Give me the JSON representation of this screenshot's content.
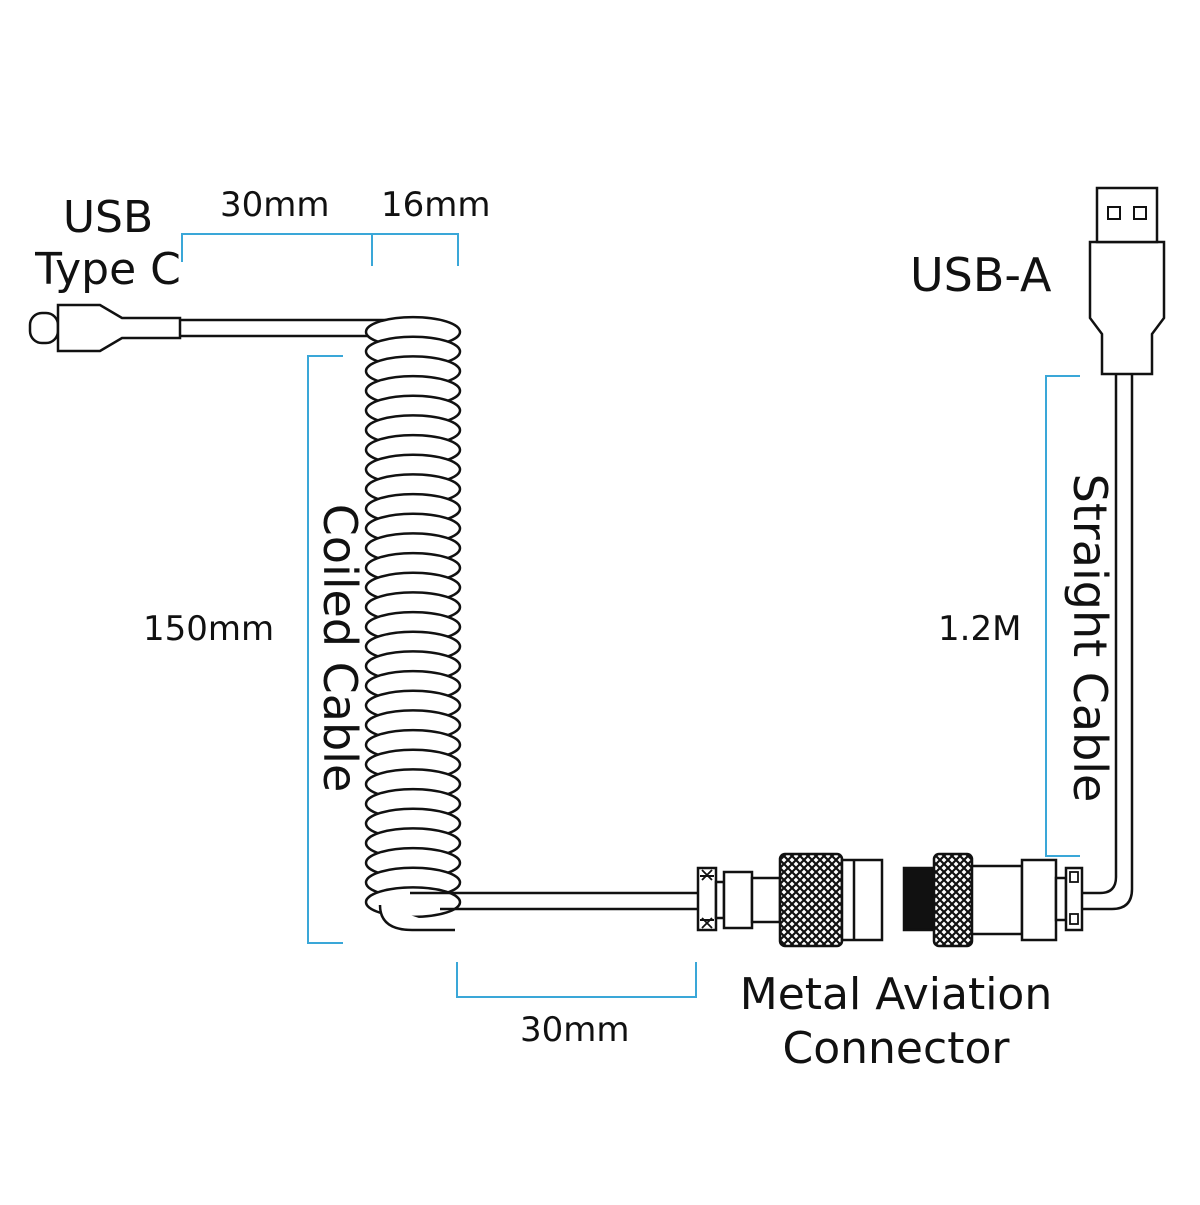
{
  "labels": {
    "usb_c_line1": "USB",
    "usb_c_line2": "Type C",
    "usb_a": "USB-A",
    "coiled_cable": "Coiled Cable",
    "straight_cable": "Straight Cable",
    "connector_line1": "Metal Aviation",
    "connector_line2": "Connector"
  },
  "dimensions": {
    "top_plug_to_coil": "30mm",
    "coil_width": "16mm",
    "coil_length": "150mm",
    "straight_length": "1.2M",
    "bottom_tail": "30mm"
  },
  "colors": {
    "dimension_line": "#3aa7d8",
    "outline": "#111111",
    "background": "#ffffff"
  },
  "diagram": {
    "coil_turns": 30
  }
}
